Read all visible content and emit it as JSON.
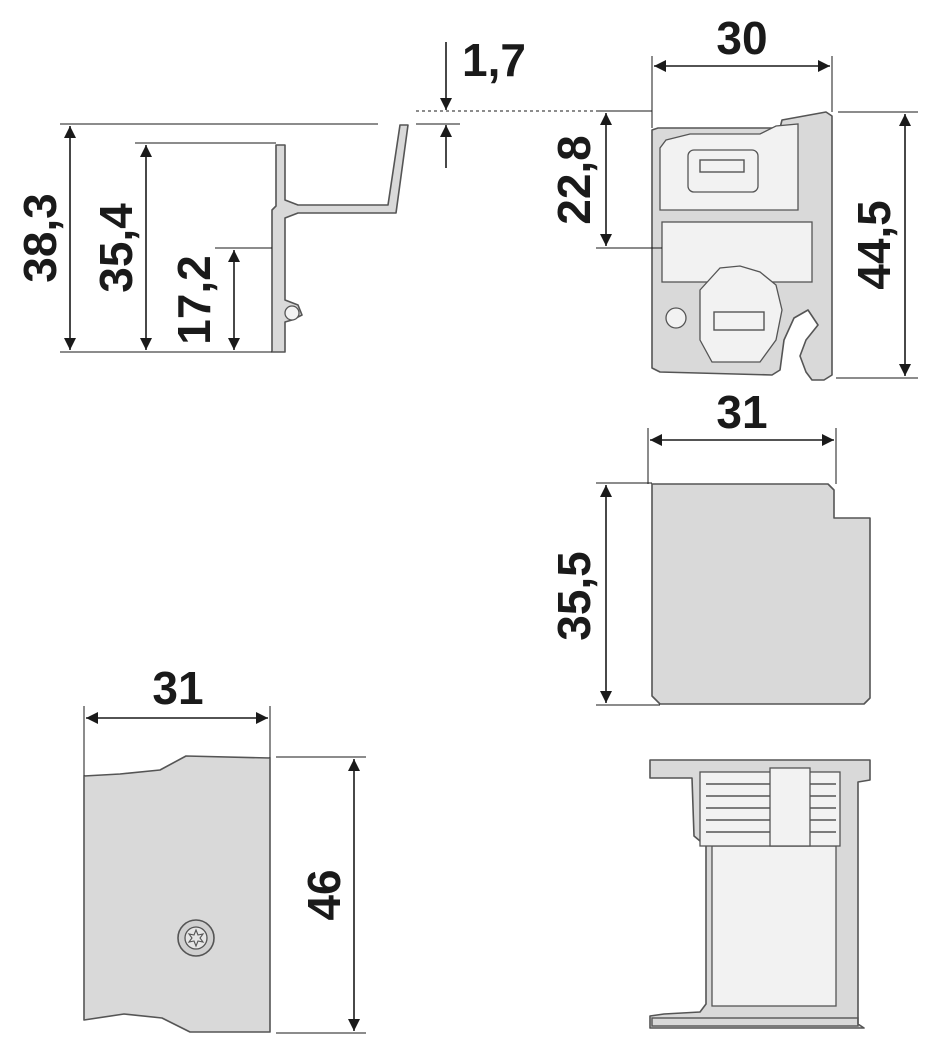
{
  "colors": {
    "part_fill": "#d9d9d9",
    "part_stroke": "#555555",
    "dimension": "#1a1a1a"
  },
  "dimensions": {
    "profile_thickness": "1,7",
    "profile_total_height": "38,3",
    "profile_back_height": "35,4",
    "profile_lower_height": "17,2",
    "rail_width": "30",
    "rail_upper_height": "22,8",
    "rail_total_height": "44,5",
    "cap_width": "31",
    "cap_height": "35,5",
    "cover_width": "31",
    "cover_height": "46"
  },
  "icons": {
    "screw": "torx-screw-icon"
  }
}
